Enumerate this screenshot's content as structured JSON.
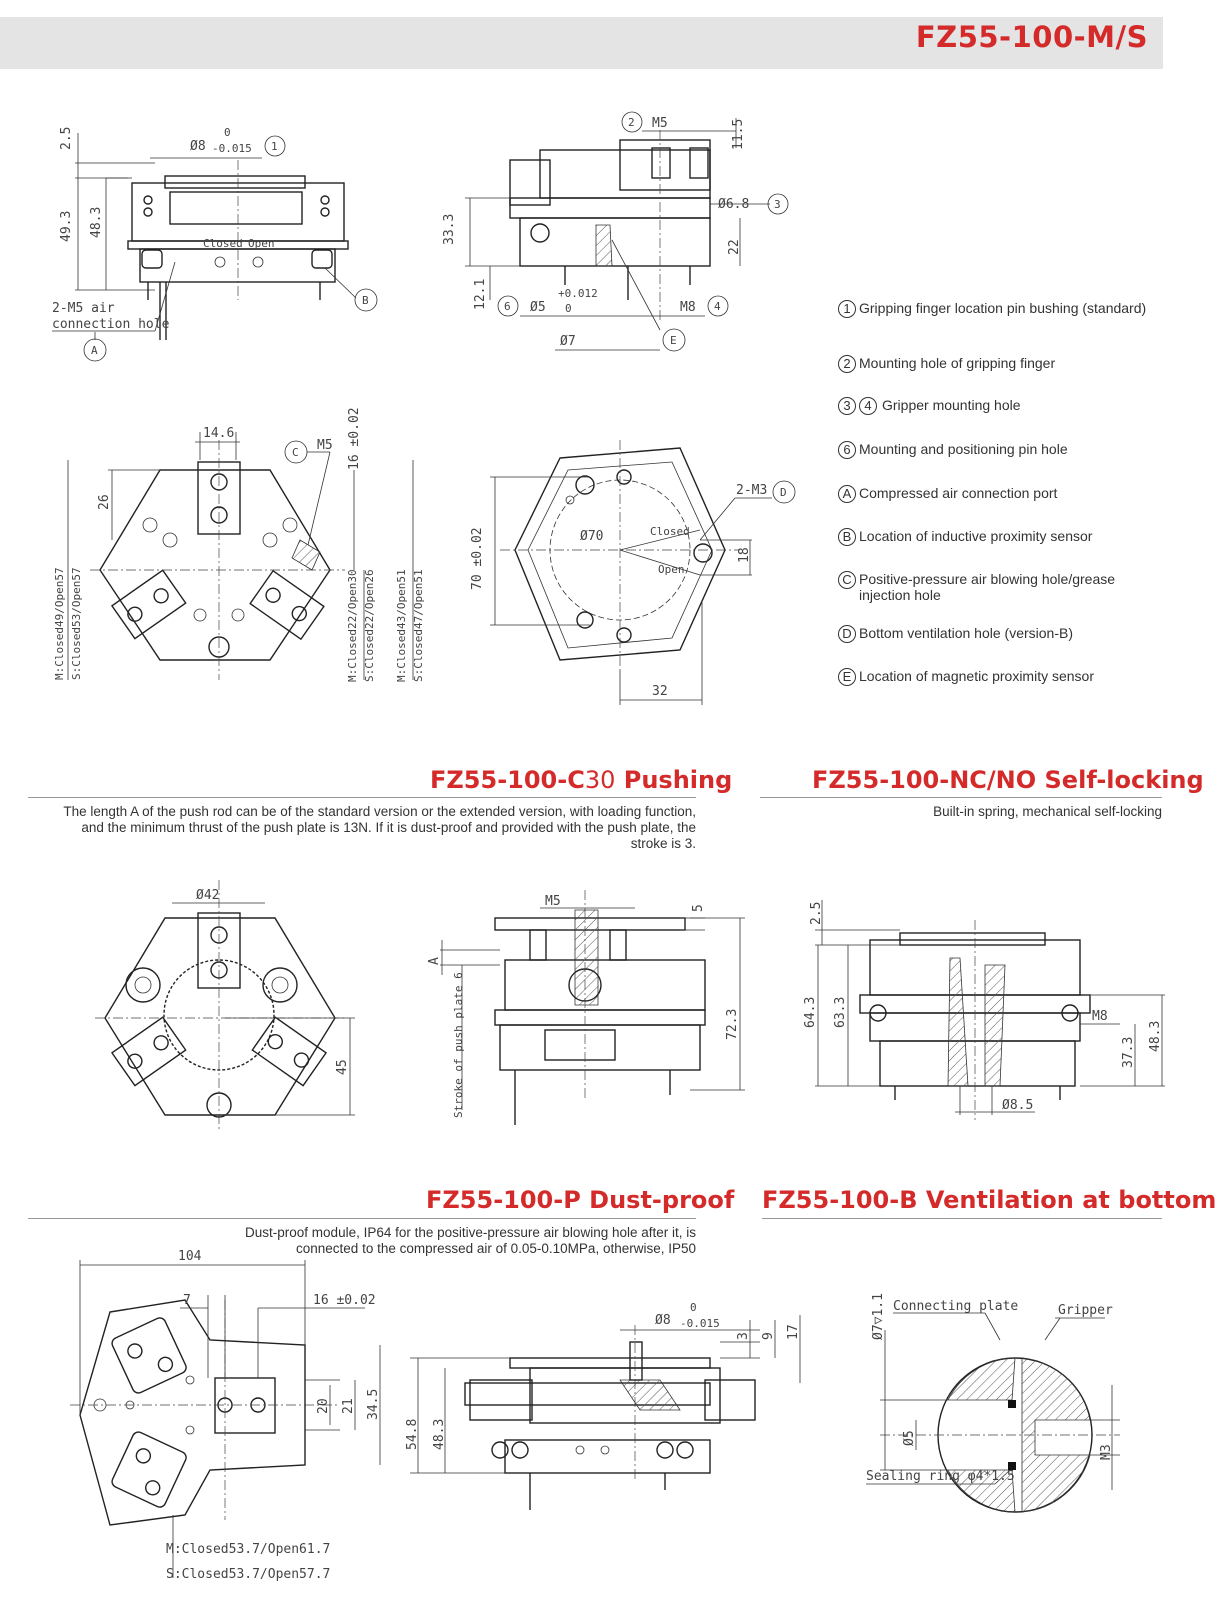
{
  "header": {
    "title": "FZ55-100-M/S"
  },
  "legend": [
    {
      "marks": [
        "1"
      ],
      "text": "Gripping finger location pin bushing (standard)"
    },
    {
      "marks": [
        "2"
      ],
      "text": "Mounting hole of gripping finger"
    },
    {
      "marks": [
        "3",
        "4"
      ],
      "text": "Gripper mounting hole"
    },
    {
      "marks": [
        "6"
      ],
      "text": "Mounting and positioning pin hole"
    },
    {
      "marks": [
        "A"
      ],
      "text": "Compressed air connection port"
    },
    {
      "marks": [
        "B"
      ],
      "text": "Location of inductive proximity sensor"
    },
    {
      "marks": [
        "C"
      ],
      "text": "Positive-pressure air blowing hole/grease injection hole"
    },
    {
      "marks": [
        "D"
      ],
      "text": "Bottom ventilation hole (version-B)"
    },
    {
      "marks": [
        "E"
      ],
      "text": "Location of magnetic proximity sensor"
    }
  ],
  "sections": {
    "pushing": {
      "title_main": "FZ55-100-C",
      "title_num": "30",
      "title_rest": " Pushing",
      "desc": "The length A of the push rod can be of the standard version or the extended version, with loading function, and the minimum thrust of the push plate is 13N. If it is dust-proof and provided with the push plate, the stroke is 3."
    },
    "selflock": {
      "title": "FZ55-100-NC/NO Self-locking",
      "desc": "Built-in spring, mechanical self-locking"
    },
    "dustproof": {
      "title": "FZ55-100-P Dust-proof",
      "desc": "Dust-proof module, IP64 for the positive-pressure air blowing hole after it, is connected to the compressed air of 0.05-0.10MPa, otherwise, IP50"
    },
    "ventilation": {
      "title": "FZ55-100-B Ventilation at bottom"
    }
  },
  "drawing_labels": {
    "v1": {
      "d25": "2.5",
      "d8": "Ø8",
      "tol0": "0",
      "tol015": "-0.015",
      "c1": "1",
      "d493": "49.3",
      "d483": "48.3",
      "closed": "Closed",
      "open": "Open",
      "airport1": "2-M5 air",
      "airport2": "connection hole",
      "cA": "A",
      "cB": "B"
    },
    "v2": {
      "c2": "2",
      "m5": "M5",
      "d115": "11.5",
      "d68": "Ø6.8",
      "c3": "3",
      "d333": "33.3",
      "d22": "22",
      "d121": "12.1",
      "c6": "6",
      "d5": "Ø5",
      "tolp012": "+0.012",
      "tol0b": "0",
      "m8": "M8",
      "c4": "4",
      "d7": "Ø7",
      "cE": "E"
    },
    "v3": {
      "d146": "14.6",
      "cC": "C",
      "m5": "M5",
      "d16": "16 ±0.02",
      "d26": "26",
      "mL1": "M:Closed49/Open57",
      "mL2": "S:Closed53/Open57",
      "mM1": "M:Closed22/Open30",
      "mM2": "S:Closed22/Open26",
      "mR1": "M:Closed43/Open51",
      "mR2": "S:Closed47/Open51"
    },
    "v4": {
      "m3": "2-M3",
      "cD": "D",
      "d70": "Ø70",
      "d70h": "70 ±0.02",
      "closed": "Closed",
      "open": "Open",
      "d18": "18",
      "d32": "32"
    },
    "c30": {
      "d42": "Ø42",
      "d45": "45",
      "m5": "M5",
      "d5": "5",
      "A": "A",
      "stroke": "Stroke of push plate 6",
      "d723": "72.3"
    },
    "nc": {
      "d25": "2.5",
      "d643": "64.3",
      "d633": "63.3",
      "m8": "M8",
      "d373": "37.3",
      "d483": "48.3",
      "d85": "Ø8.5"
    },
    "p": {
      "d104": "104",
      "d7": "7",
      "d16": "16 ±0.02",
      "d20": "20",
      "d21": "21",
      "d345": "34.5",
      "mm1": "M:Closed53.7/Open61.7",
      "mm2": "S:Closed53.7/Open57.7",
      "d8": "Ø8",
      "tol0": "0",
      "tol015": "-0.015",
      "d3": "3",
      "d9": "9",
      "d17": "17",
      "d548": "54.8",
      "d483": "48.3"
    },
    "b": {
      "d7": "Ø7▽1.1",
      "plate": "Connecting plate",
      "gripper": "Gripper",
      "d5": "Ø5",
      "m3": "M3",
      "seal": "Sealing ring φ4*1.5"
    }
  }
}
